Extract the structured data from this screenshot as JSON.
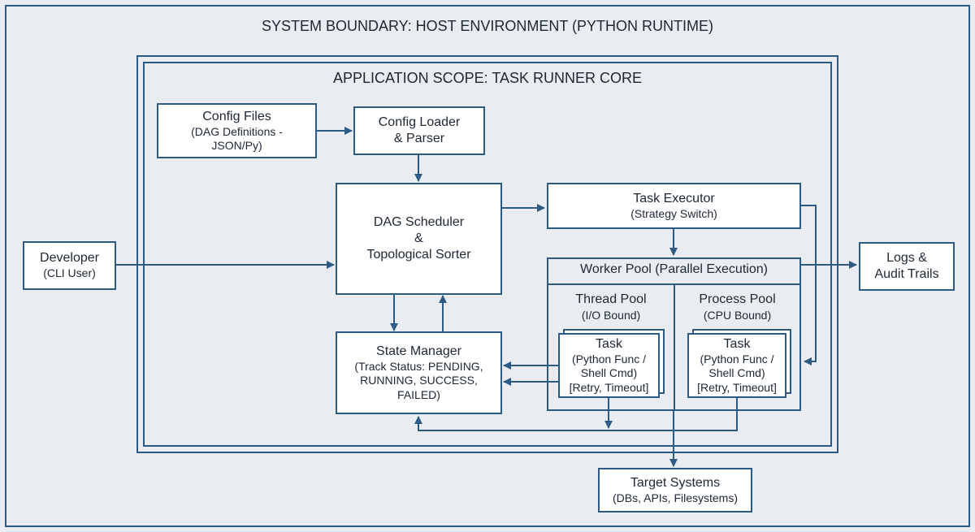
{
  "colors": {
    "stroke": "#2e5b86",
    "background": "#e9edf1",
    "box_fill": "#ffffff",
    "text": "#1d2733"
  },
  "system": {
    "title": "SYSTEM BOUNDARY: HOST ENVIRONMENT (PYTHON RUNTIME)"
  },
  "app": {
    "title": "APPLICATION SCOPE: TASK RUNNER CORE"
  },
  "developer": {
    "title": "Developer",
    "sub": "(CLI User)"
  },
  "config_files": {
    "title": "Config Files",
    "sub1": "(DAG Definitions -",
    "sub2": "JSON/Py)"
  },
  "config_loader": {
    "line1": "Config Loader",
    "line2": "& Parser"
  },
  "scheduler": {
    "line1": "DAG Scheduler",
    "line2": "&",
    "line3": "Topological Sorter"
  },
  "executor": {
    "title": "Task Executor",
    "sub": "(Strategy Switch)"
  },
  "worker_pool": {
    "title": "Worker Pool (Parallel Execution)",
    "thread_title": "Thread Pool",
    "thread_sub": "(I/O Bound)",
    "process_title": "Process Pool",
    "process_sub": "(CPU Bound)"
  },
  "task_thread": {
    "title": "Task",
    "l1": "(Python Func /",
    "l2": "Shell Cmd)",
    "l3": "[Retry, Timeout]"
  },
  "task_process": {
    "title": "Task",
    "l1": "(Python Func /",
    "l2": "Shell Cmd)",
    "l3": "[Retry, Timeout]"
  },
  "state_manager": {
    "title": "State Manager",
    "l1": "(Track Status: PENDING,",
    "l2": "RUNNING, SUCCESS, FAILED)"
  },
  "logs": {
    "line1": "Logs &",
    "line2": "Audit Trails"
  },
  "targets": {
    "title": "Target Systems",
    "sub": "(DBs, APIs, Filesystems)"
  }
}
